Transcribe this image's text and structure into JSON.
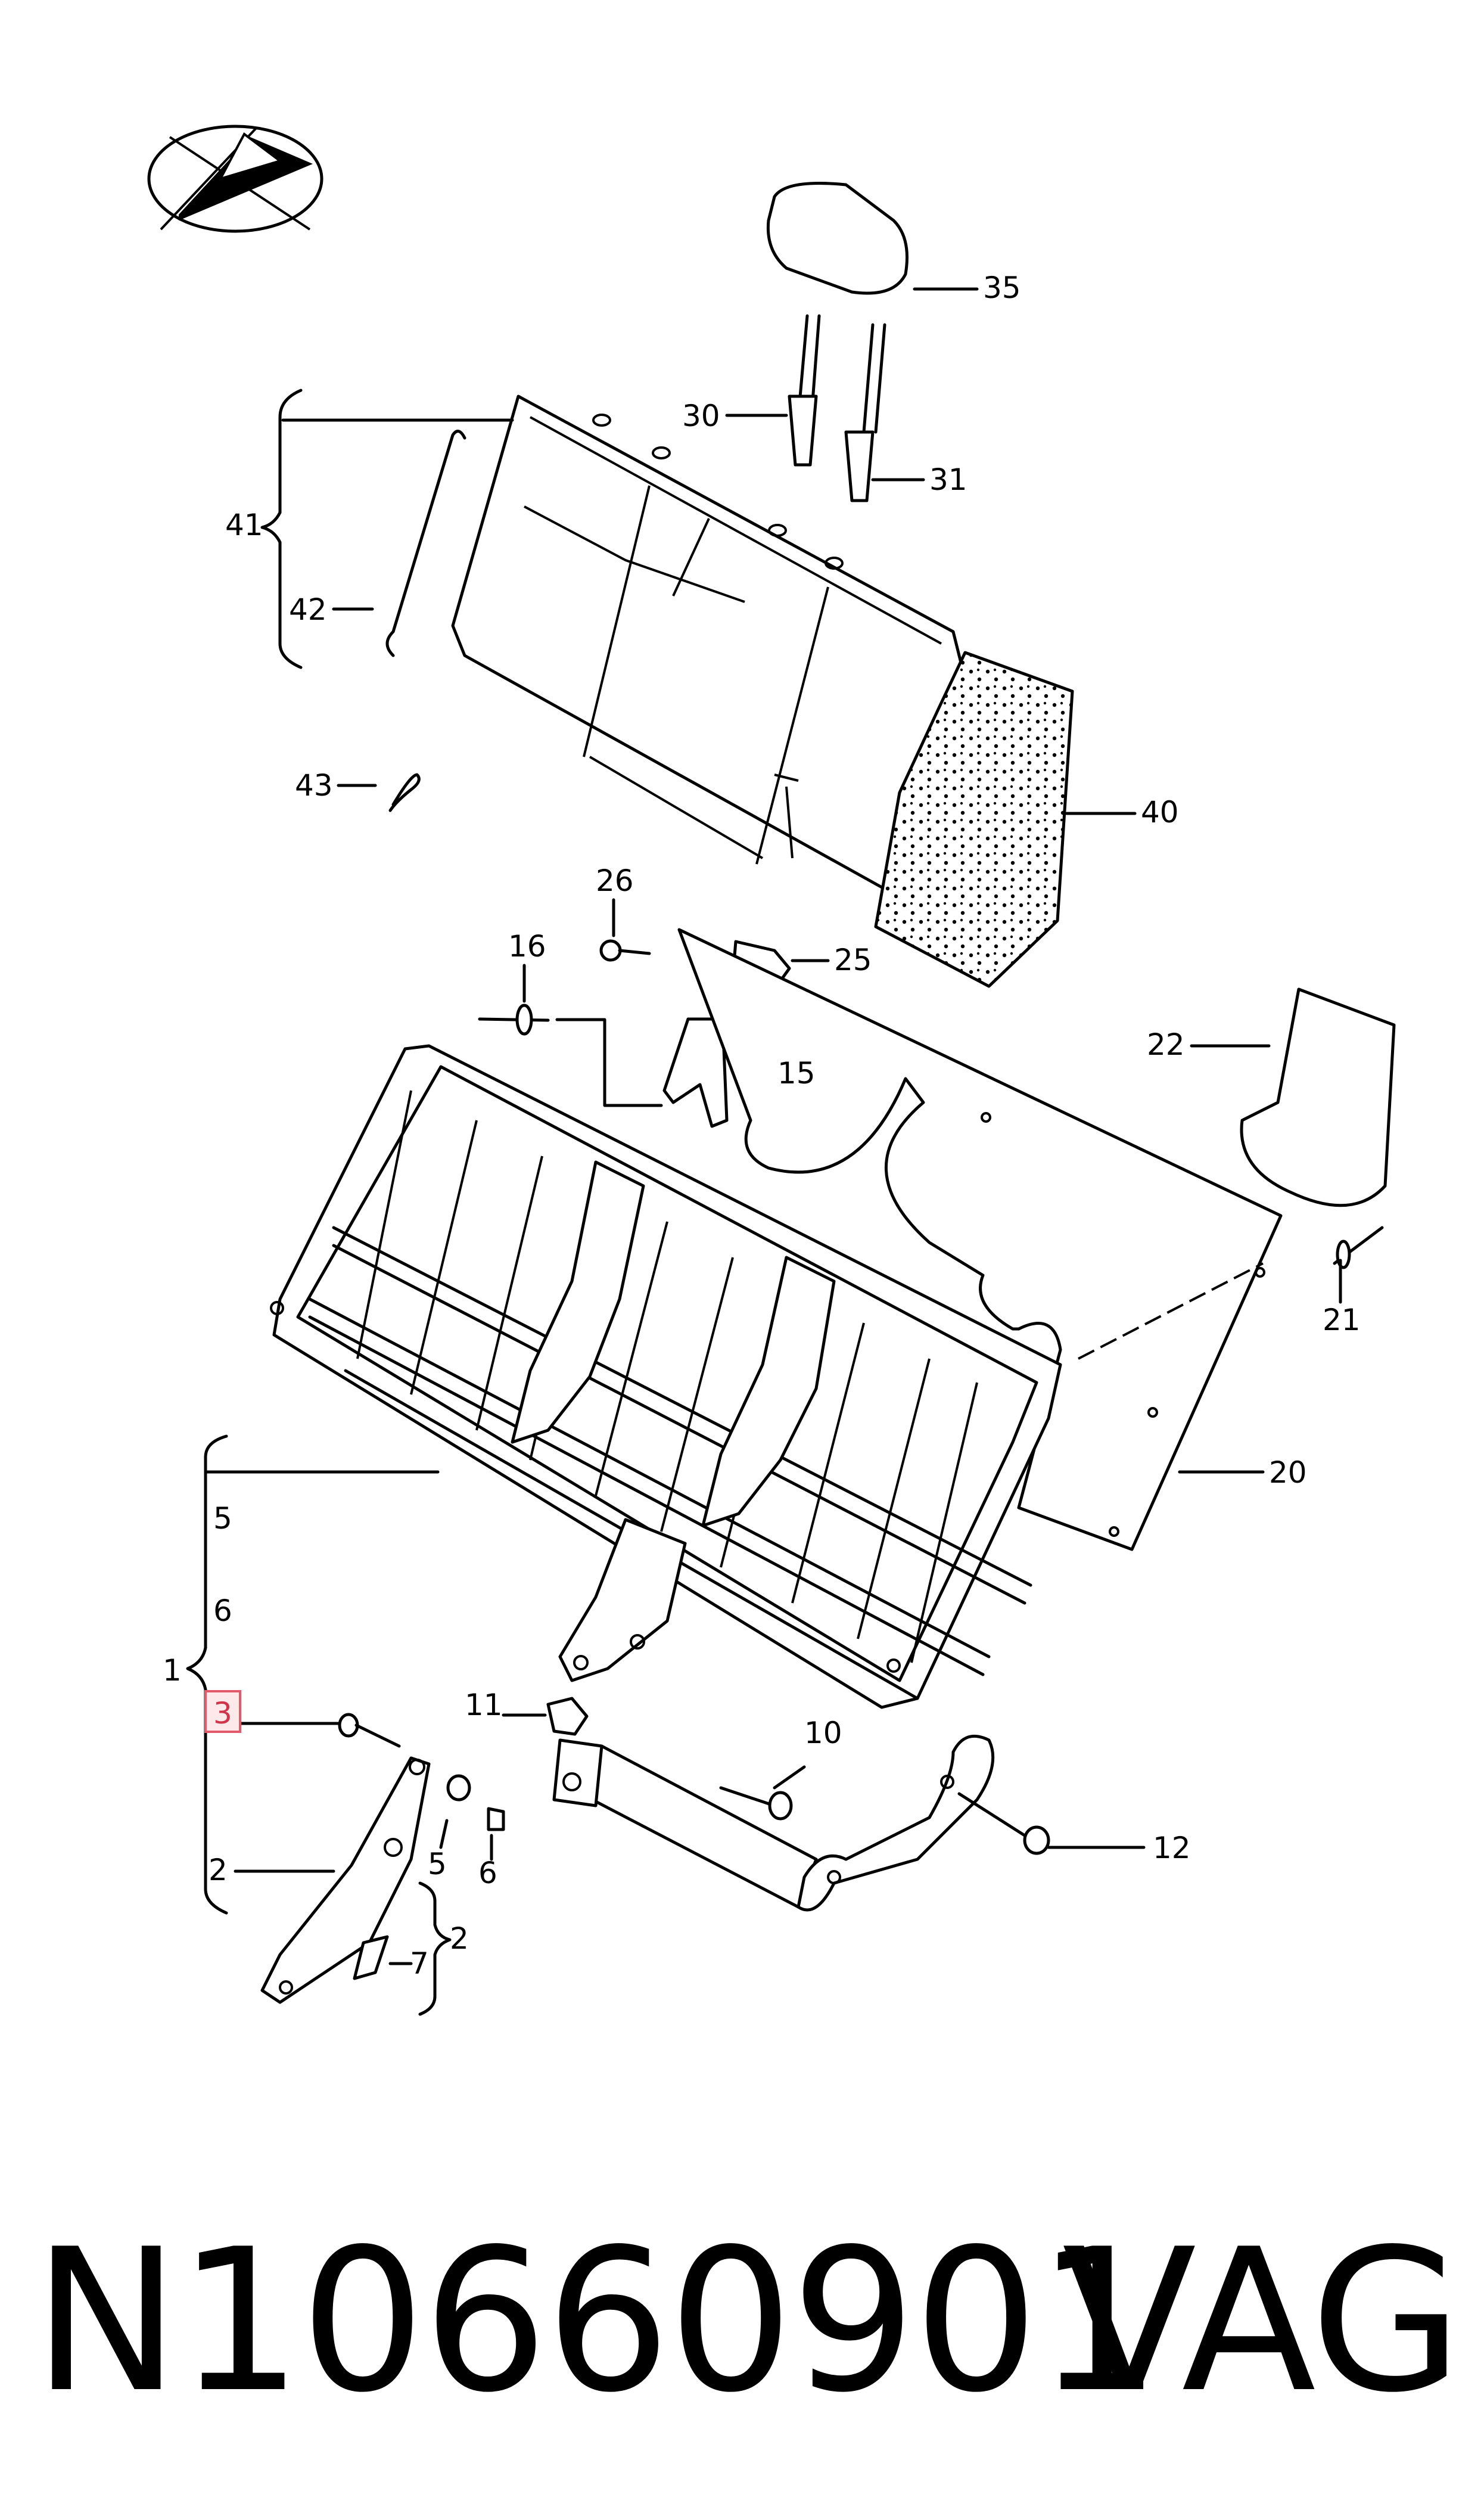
{
  "diagram": {
    "callouts": {
      "c1": "1",
      "c2a": "2",
      "c2b": "2",
      "c3": "3",
      "c5a": "5",
      "c5b": "5",
      "c6a": "6",
      "c6b": "6",
      "c7": "7",
      "c10": "10",
      "c11": "11",
      "c12": "12",
      "c15": "15",
      "c16": "16",
      "c20": "20",
      "c21": "21",
      "c22": "22",
      "c25": "25",
      "c26": "26",
      "c30": "30",
      "c31": "31",
      "c35": "35",
      "c40": "40",
      "c41": "41",
      "c42": "42",
      "c43": "43"
    },
    "highlighted_callout": "3",
    "highlight_color": "#e35a6b"
  },
  "footer": {
    "part_number": "N10660901",
    "brand": "VAG"
  },
  "icons": {
    "orientation": "direction-arrow-icon"
  }
}
